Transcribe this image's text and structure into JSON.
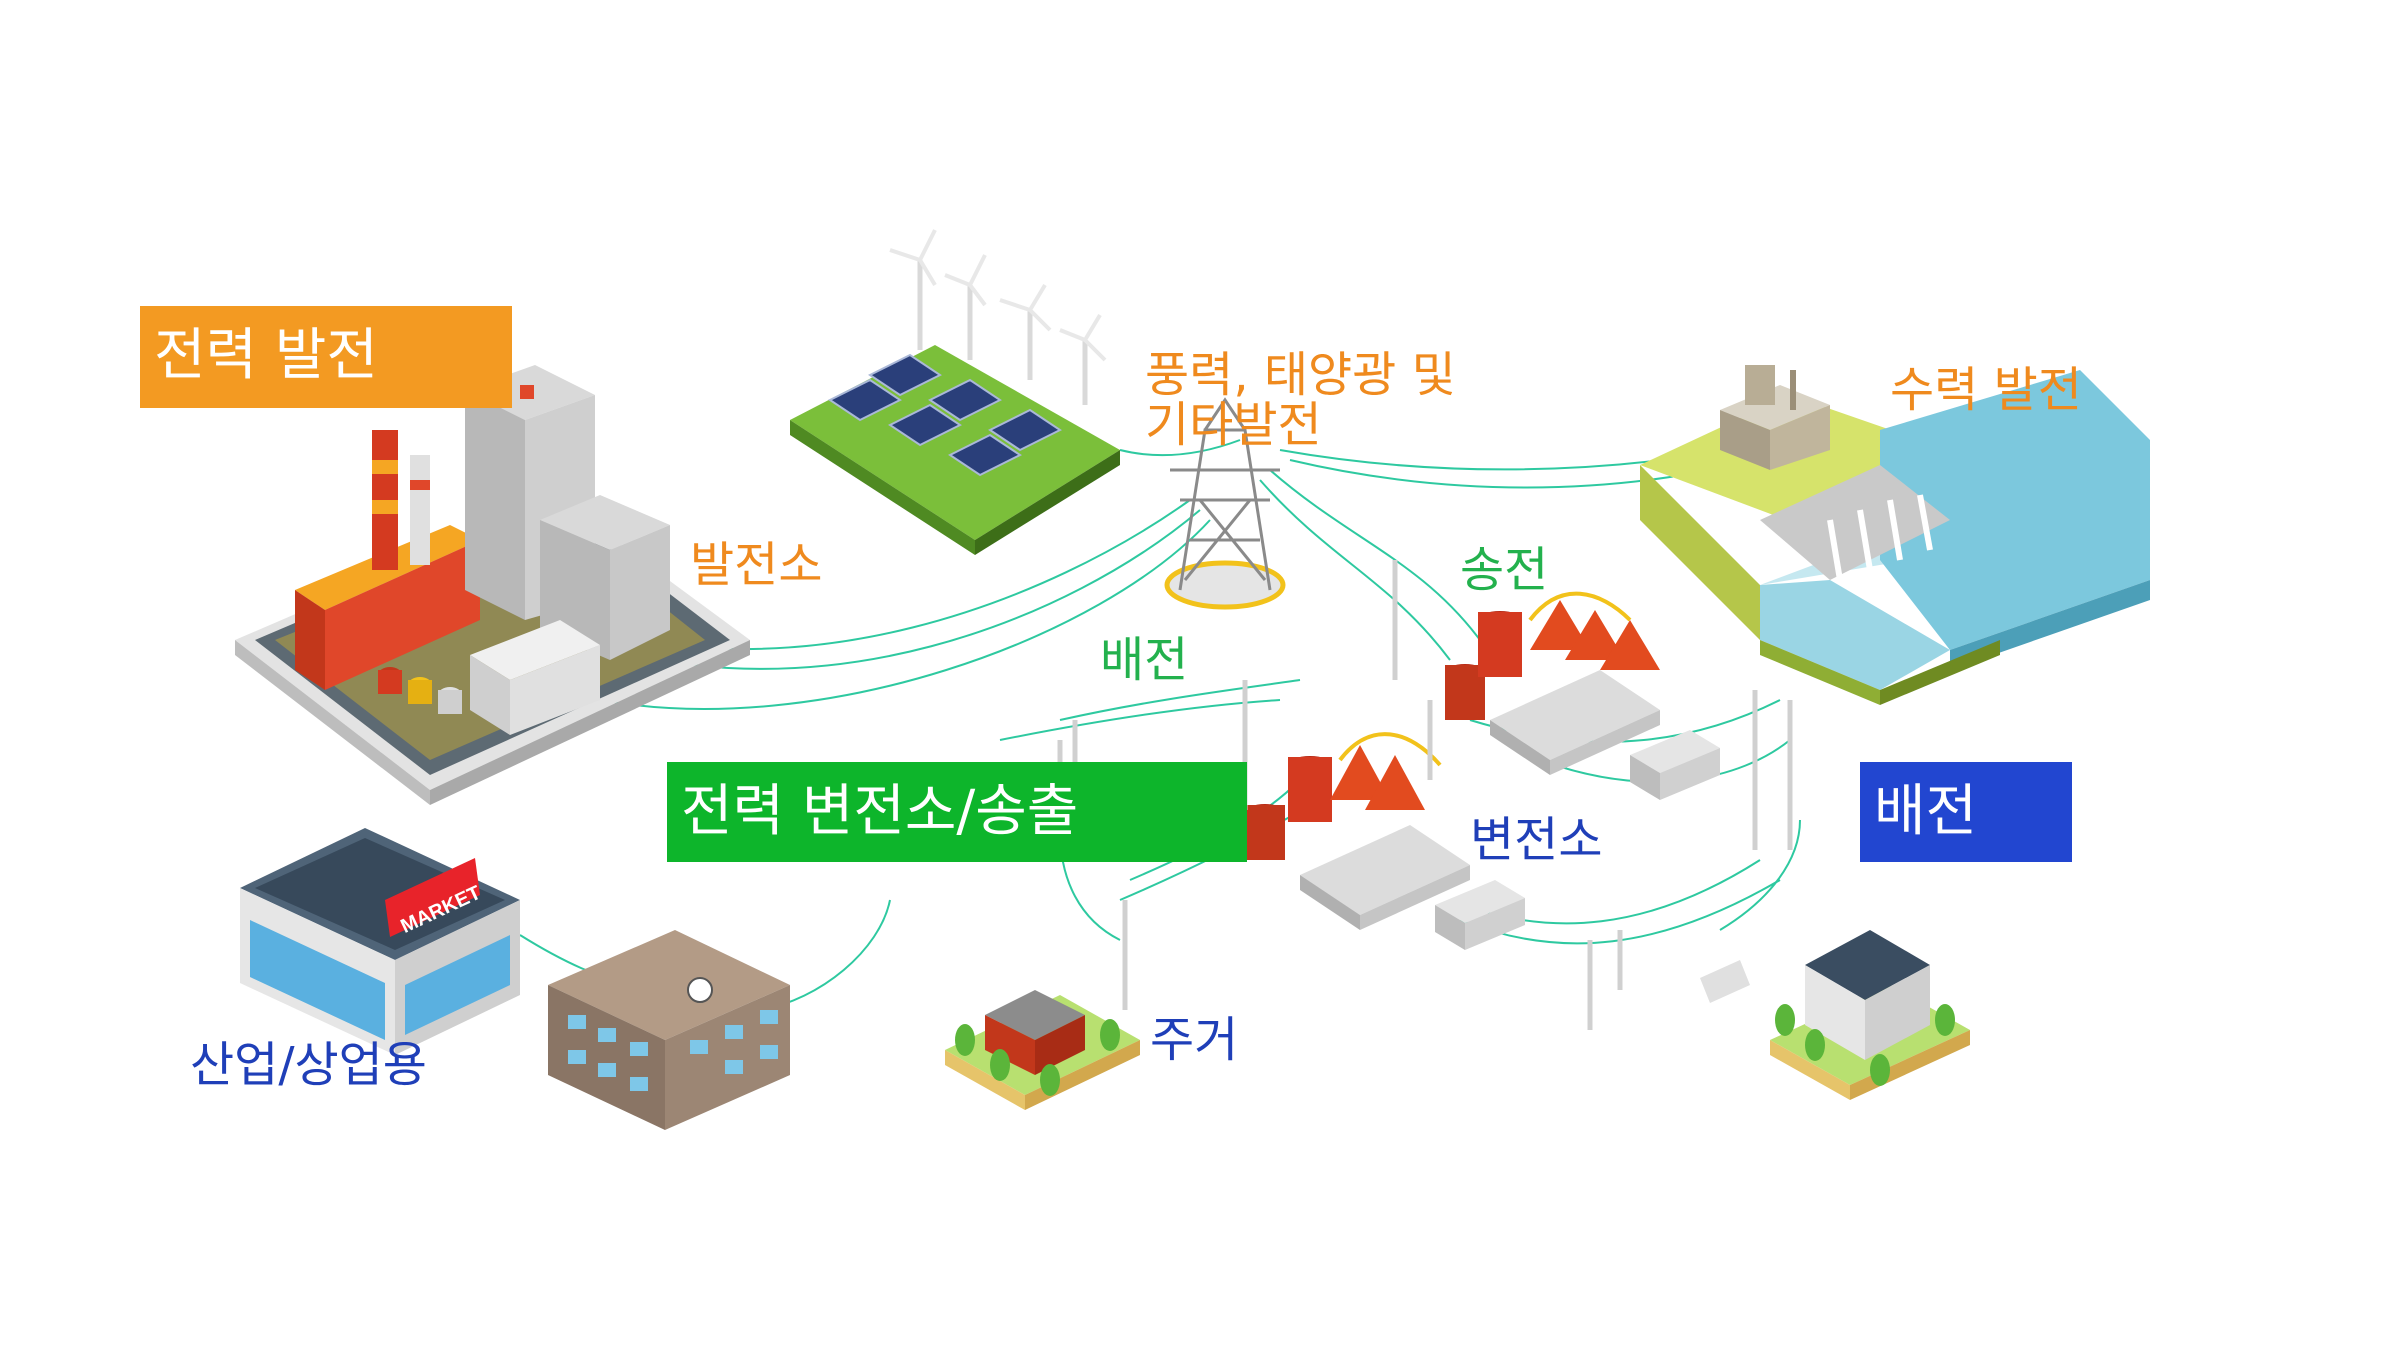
{
  "headings": {
    "generation": "전력 발전",
    "substation_transmission": "전력 변전소/송출",
    "distribution": "배전"
  },
  "labels": {
    "power_plant": "발전소",
    "renewables": [
      "풍력, 태양광 및",
      "기타발전"
    ],
    "hydro": "수력 발전",
    "transmission": "송전",
    "distribution_line": "배전",
    "substation": "변전소",
    "residential": "주거",
    "industrial_commercial": "산업/상업용",
    "market_sign": "MARKET"
  },
  "colors": {
    "generation_box": "#f39a22",
    "substation_box": "#0db52b",
    "distribution_box": "#2246d0",
    "orange_text": "#ef8a1e",
    "green_text": "#23b14d",
    "blue_text": "#1f3fb8",
    "power_line": "#2ec9a0"
  }
}
